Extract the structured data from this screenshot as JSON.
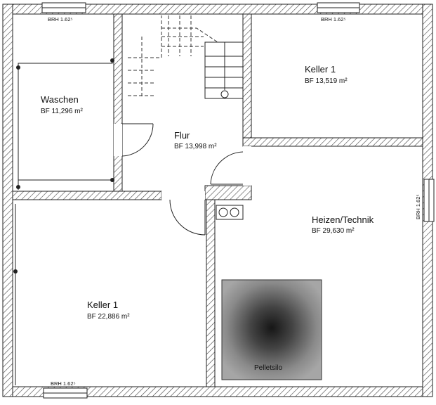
{
  "rooms": {
    "waschen": {
      "name": "Waschen",
      "area": "BF 11,296 m²"
    },
    "flur": {
      "name": "Flur",
      "area": "BF 13,998 m²"
    },
    "keller_top": {
      "name": "Keller 1",
      "area": "BF 13,519 m²"
    },
    "heizen": {
      "name": "Heizen/Technik",
      "area": "BF 29,630 m²"
    },
    "keller_bottom": {
      "name": "Keller 1",
      "area": "BF 22,886 m²"
    }
  },
  "windows": {
    "top_left": "BRH 1.62⁵",
    "top_right": "BRH 1.62⁵",
    "right": "BRH 1.62⁵",
    "bottom": "BRH 1.62⁵"
  },
  "silo": {
    "label": "Pelletsilo"
  }
}
